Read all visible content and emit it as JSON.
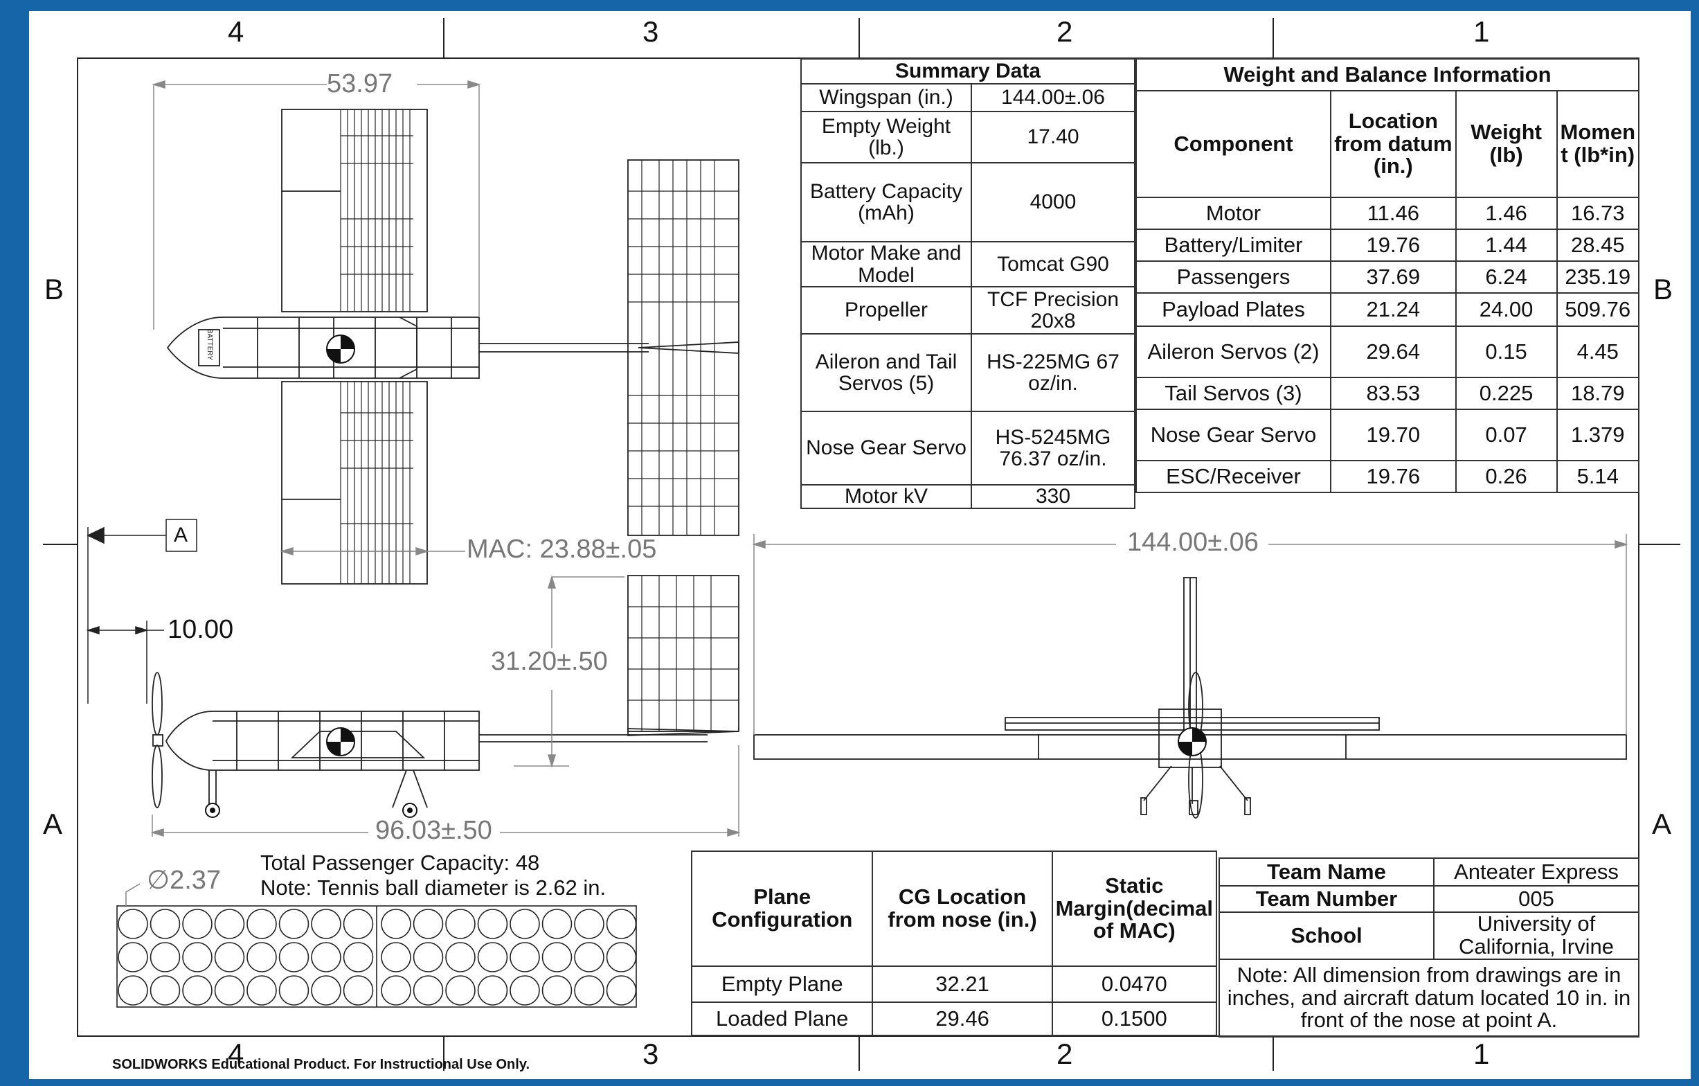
{
  "zones": {
    "top": [
      "4",
      "3",
      "2",
      "1"
    ],
    "bottom": [
      "4",
      "3",
      "2",
      "1"
    ],
    "left": [
      "B",
      "A"
    ],
    "right": [
      "B",
      "A"
    ]
  },
  "section_label": "A",
  "dimensions": {
    "tail_span": "53.97",
    "mac": "MAC: 23.88±.05",
    "datum_offset": "10.00",
    "height": "31.20±.50",
    "length": "96.03±.50",
    "wingspan": "144.00±.06",
    "ball_diameter": "2.37",
    "diameter_symbol": "∅"
  },
  "passenger_notes": {
    "capacity": "Total Passenger Capacity: 48",
    "tennis": "Note: Tennis ball diameter is 2.62 in."
  },
  "summary": {
    "title": "Summary Data",
    "rows": [
      [
        "Wingspan (in.)",
        "144.00±.06"
      ],
      [
        "Empty Weight (lb.)",
        "17.40"
      ],
      [
        "Battery Capacity (mAh)",
        "4000"
      ],
      [
        "Motor Make and Model",
        "Tomcat G90"
      ],
      [
        "Propeller",
        "TCF Precision 20x8"
      ],
      [
        "Aileron and Tail Servos (5)",
        "HS-225MG 67 oz/in."
      ],
      [
        "Nose Gear Servo",
        "HS-5245MG 76.37 oz/in."
      ],
      [
        "Motor kV",
        "330"
      ]
    ]
  },
  "weight_balance": {
    "title": "Weight and Balance Information",
    "headers": [
      "Component",
      "Location from datum (in.)",
      "Weight (lb)",
      "Momen t (lb*in)"
    ],
    "rows": [
      [
        "Motor",
        "11.46",
        "1.46",
        "16.73"
      ],
      [
        "Battery/Limiter",
        "19.76",
        "1.44",
        "28.45"
      ],
      [
        "Passengers",
        "37.69",
        "6.24",
        "235.19"
      ],
      [
        "Payload Plates",
        "21.24",
        "24.00",
        "509.76"
      ],
      [
        "Aileron Servos (2)",
        "29.64",
        "0.15",
        "4.45"
      ],
      [
        "Tail Servos (3)",
        "83.53",
        "0.225",
        "18.79"
      ],
      [
        "Nose Gear Servo",
        "19.70",
        "0.07",
        "1.379"
      ],
      [
        "ESC/Receiver",
        "19.76",
        "0.26",
        "5.14"
      ]
    ]
  },
  "configuration": {
    "headers": [
      "Plane Configuration",
      "CG Location from nose (in.)",
      "Static Margin(decimal of MAC)"
    ],
    "rows": [
      [
        "Empty Plane",
        "32.21",
        "0.0470"
      ],
      [
        "Loaded Plane",
        "29.46",
        "0.1500"
      ]
    ]
  },
  "team": {
    "rows": [
      [
        "Team Name",
        "Anteater Express"
      ],
      [
        "Team Number",
        "005"
      ],
      [
        "School",
        "University of California, Irvine"
      ]
    ],
    "note": "Note: All dimension from drawings are in inches, and aircraft datum located 10 in. in front of the nose at point A."
  },
  "battery_label": "BATTERY",
  "footer": "SOLIDWORKS Educational Product. For Instructional Use Only."
}
